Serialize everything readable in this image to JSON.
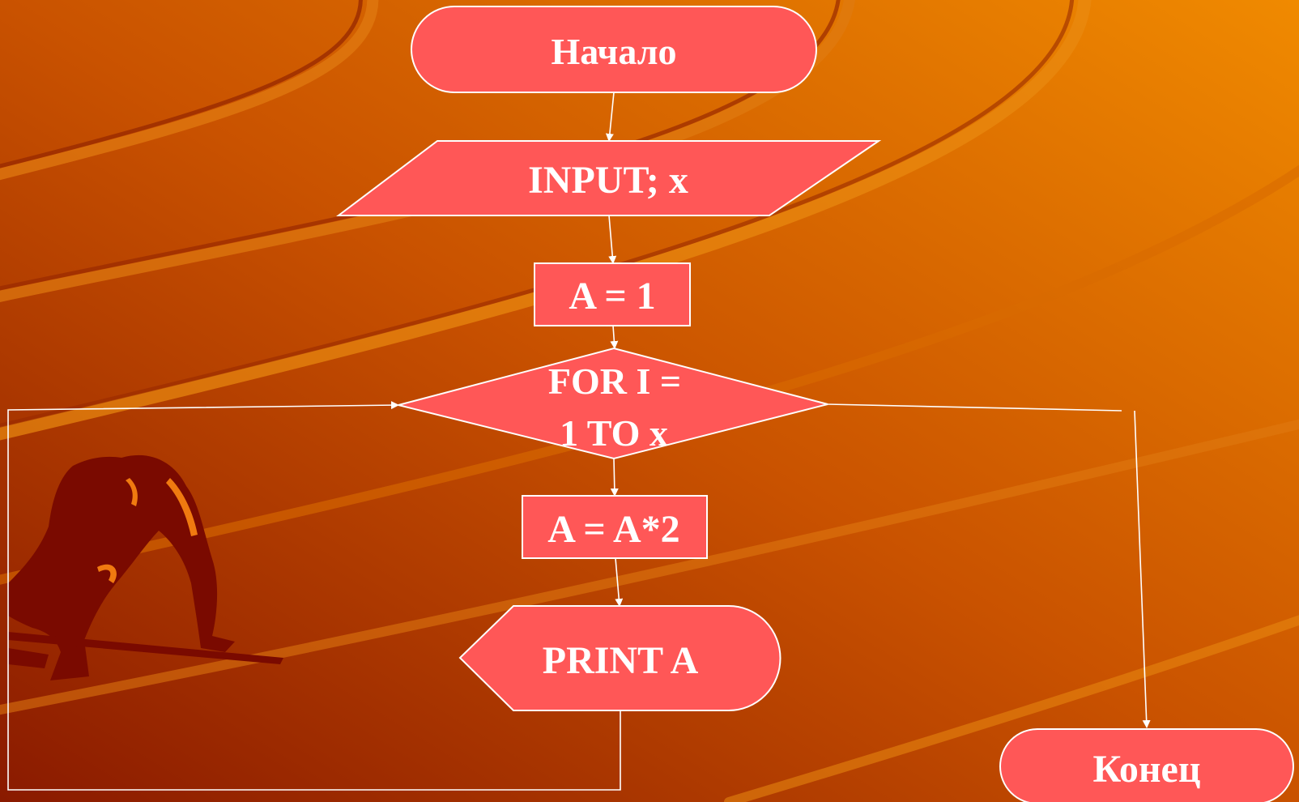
{
  "colors": {
    "background_start": "#8a1a00",
    "background_mid": "#c95200",
    "background_end": "#f08a00",
    "shape_fill": "#ff5757",
    "line": "#ffffff",
    "silhouette": "#7a0a00",
    "silhouette_highlight": "#f07a10"
  },
  "flowchart": {
    "start": "Начало",
    "input": "INPUT; x",
    "assign_init": "A = 1",
    "loop_line1": "FOR I =",
    "loop_line2": "1 TO x",
    "assign_loop": "A = A*2",
    "output": "PRINT A",
    "end": "Конец"
  },
  "decoration": {
    "clipart": "sprinter-at-start-silhouette"
  }
}
